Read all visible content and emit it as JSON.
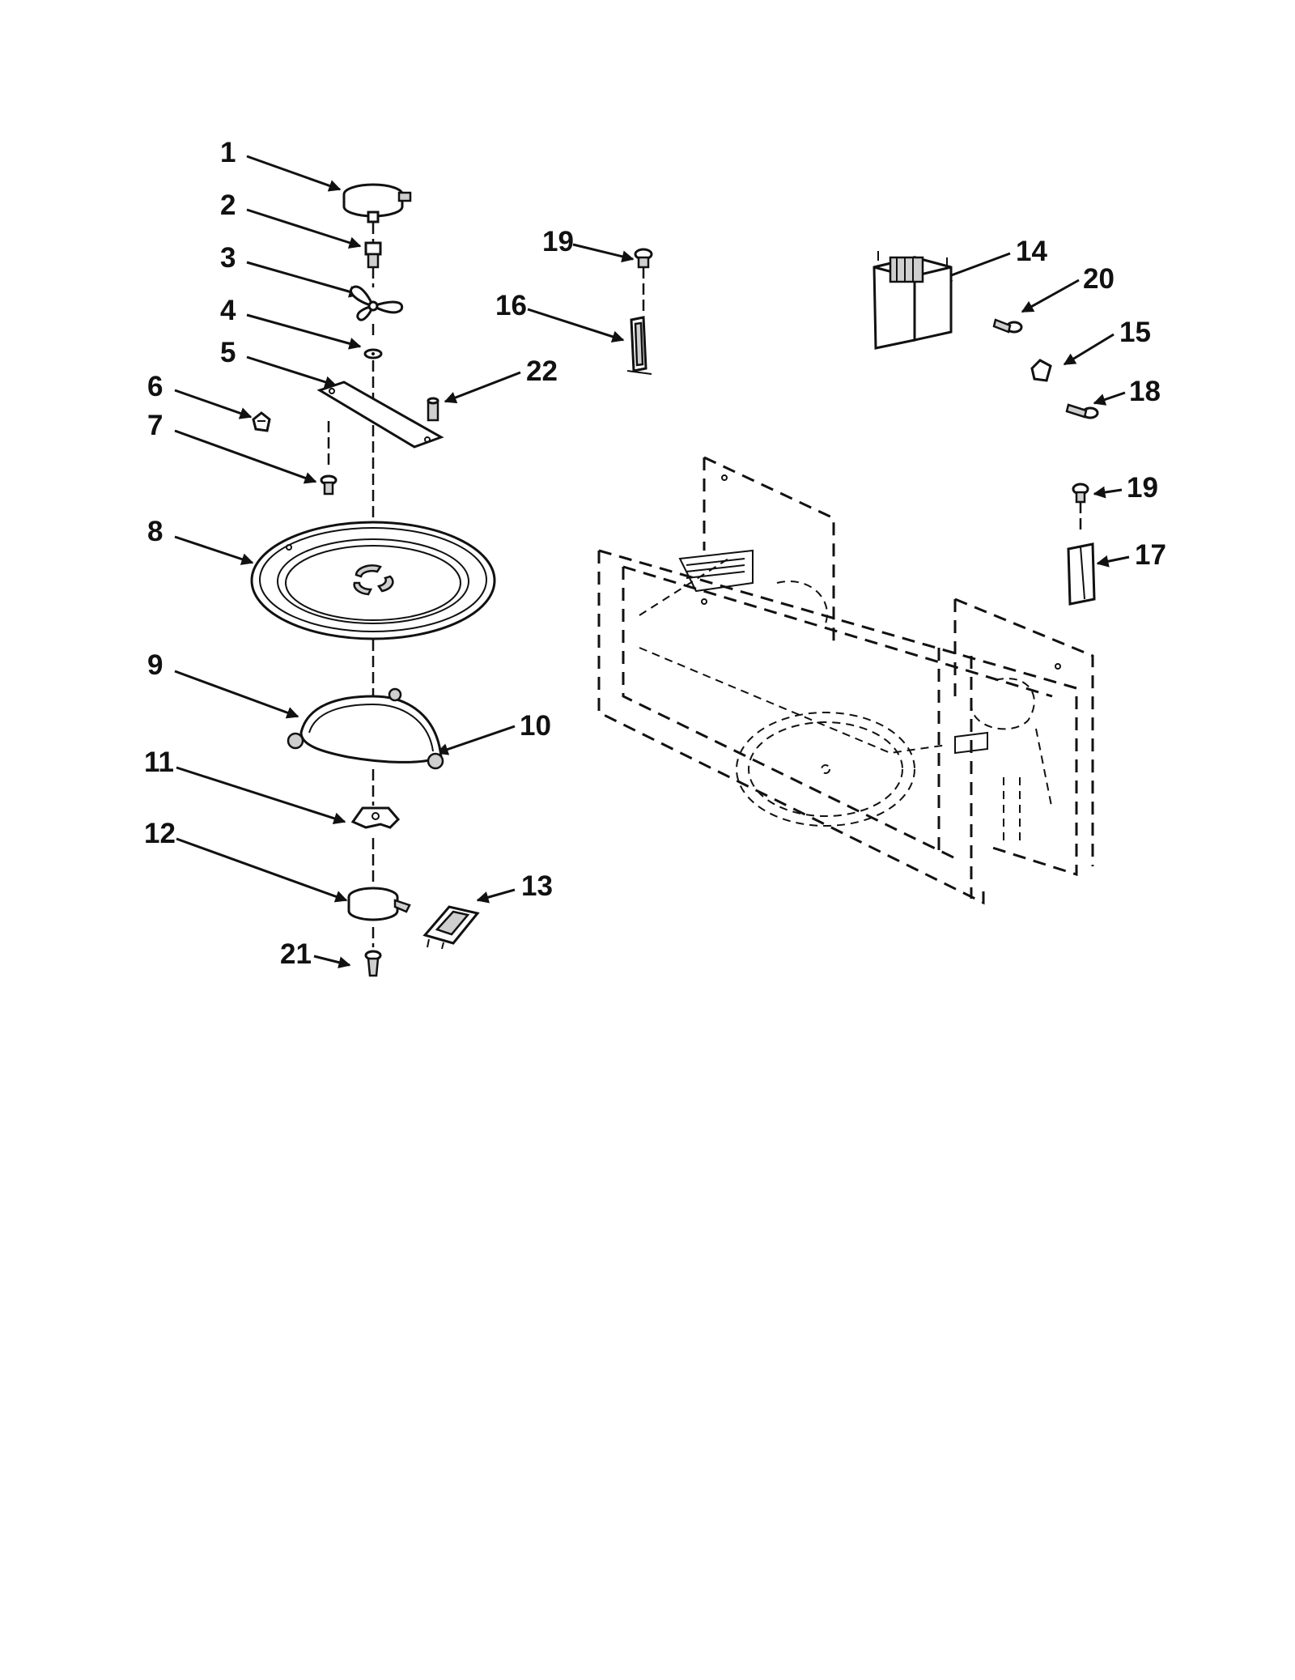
{
  "callouts": [
    {
      "id": "c1",
      "text": "1"
    },
    {
      "id": "c2",
      "text": "2"
    },
    {
      "id": "c3",
      "text": "3"
    },
    {
      "id": "c4",
      "text": "4"
    },
    {
      "id": "c5",
      "text": "5"
    },
    {
      "id": "c6",
      "text": "6"
    },
    {
      "id": "c7",
      "text": "7"
    },
    {
      "id": "c8",
      "text": "8"
    },
    {
      "id": "c9",
      "text": "9"
    },
    {
      "id": "c10",
      "text": "10"
    },
    {
      "id": "c11",
      "text": "11"
    },
    {
      "id": "c12",
      "text": "12"
    },
    {
      "id": "c13",
      "text": "13"
    },
    {
      "id": "c21",
      "text": "21"
    },
    {
      "id": "c22",
      "text": "22"
    },
    {
      "id": "c19a",
      "text": "19"
    },
    {
      "id": "c16",
      "text": "16"
    },
    {
      "id": "c14",
      "text": "14"
    },
    {
      "id": "c20",
      "text": "20"
    },
    {
      "id": "c15",
      "text": "15"
    },
    {
      "id": "c18",
      "text": "18"
    },
    {
      "id": "c19b",
      "text": "19"
    },
    {
      "id": "c17",
      "text": "17"
    }
  ]
}
